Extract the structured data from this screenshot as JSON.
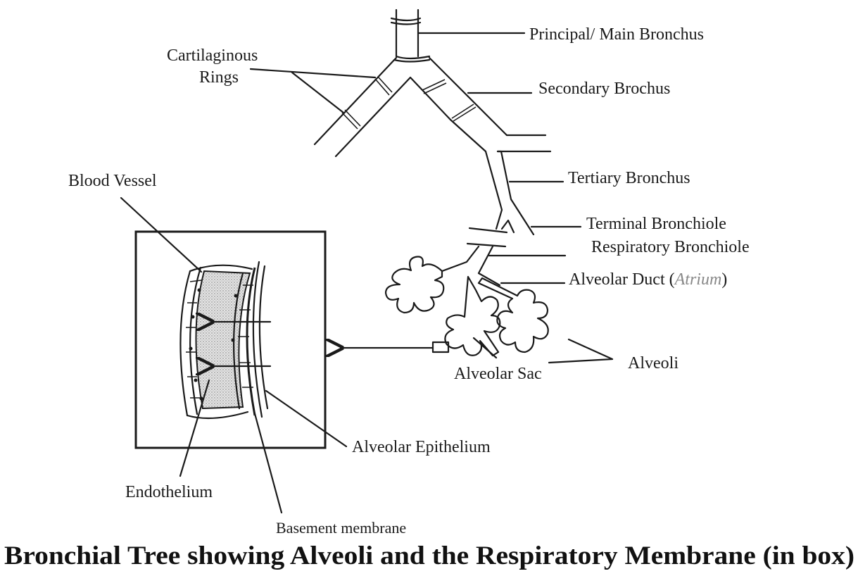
{
  "title": "Bronchial Tree showing Alveoli and the Respiratory Membrane (in box)",
  "labels": {
    "main_bronchus": "Principal/ Main Bronchus",
    "secondary_bronchus": "Secondary Brochus",
    "cartilaginous_rings_1": "Cartilaginous",
    "cartilaginous_rings_2": "Rings",
    "tertiary_bronchus": "Tertiary Bronchus",
    "terminal_bronchiole": "Terminal Bronchiole",
    "respiratory_bronchiole": "Respiratory Bronchiole",
    "alveolar_duct": "Alveolar Duct (",
    "alveolar_duct_italic": "Atrium",
    "alveolar_duct_close": ")",
    "alveoli": "Alveoli",
    "alveolar_sac": "Alveolar Sac",
    "blood_vessel": "Blood Vessel",
    "alveolar_epithelium": "Alveolar Epithelium",
    "endothelium": "Endothelium",
    "basement_membrane": "Basement membrane"
  },
  "colors": {
    "ink": "#1a1a1a",
    "stipple": "#c9c9c9",
    "background": "#ffffff"
  }
}
